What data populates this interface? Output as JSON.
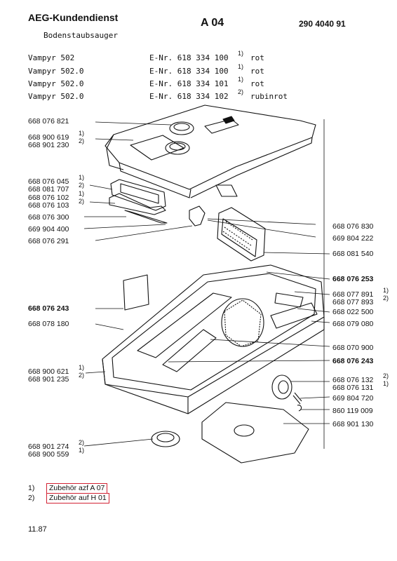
{
  "header": {
    "company": "AEG-Kundendienst",
    "section": "A 04",
    "doc_number": "290 4040 91",
    "subtitle": "Bodenstaubsauger"
  },
  "models": [
    {
      "name": "Vampyr 502",
      "enr": "E-Nr. 618 334 100",
      "note": "1)",
      "color": "rot"
    },
    {
      "name": "Vampyr 502.0",
      "enr": "E-Nr. 618 334 100",
      "note": "1)",
      "color": "rot"
    },
    {
      "name": "Vampyr 502.0",
      "enr": "E-Nr. 618 334 101",
      "note": "1)",
      "color": "rot"
    },
    {
      "name": "Vampyr 502.0",
      "enr": "E-Nr. 618 334 102",
      "note": "2)",
      "color": "rubinrot"
    }
  ],
  "left_parts": [
    {
      "number": "668 076 821",
      "note": ""
    },
    {
      "number": "668 900 619",
      "note": "1)"
    },
    {
      "number": "668 901 230",
      "note": "2)"
    },
    {
      "number": "668 076 045",
      "note": "1)"
    },
    {
      "number": "668 081 707",
      "note": "2)"
    },
    {
      "number": "668 076 102",
      "note": "1)"
    },
    {
      "number": "668 076 103",
      "note": "2)"
    },
    {
      "number": "668 076 300",
      "note": ""
    },
    {
      "number": "669 904 400",
      "note": ""
    },
    {
      "number": "668 076 291",
      "note": ""
    },
    {
      "number": "668 076 243",
      "note": ""
    },
    {
      "number": "668 078 180",
      "note": ""
    },
    {
      "number": "668 900 621",
      "note": "1)"
    },
    {
      "number": "668 901 235",
      "note": "2)"
    },
    {
      "number": "668 901 274",
      "note": "2)"
    },
    {
      "number": "668 900 559",
      "note": "1)"
    }
  ],
  "right_parts": [
    {
      "number": "668 076 830",
      "note": ""
    },
    {
      "number": "669 804 222",
      "note": ""
    },
    {
      "number": "668 081 540",
      "note": ""
    },
    {
      "number": "668 076 253",
      "note": ""
    },
    {
      "number": "668 077 891",
      "note": "1)"
    },
    {
      "number": "668 077 893",
      "note": "2)"
    },
    {
      "number": "668 022 500",
      "note": ""
    },
    {
      "number": "668 079 080",
      "note": ""
    },
    {
      "number": "668 070 900",
      "note": ""
    },
    {
      "number": "668 076 243",
      "note": ""
    },
    {
      "number": "668 076 132",
      "note": "2)"
    },
    {
      "number": "668 076 131",
      "note": "1)"
    },
    {
      "number": "669 804 720",
      "note": ""
    },
    {
      "number": "860 119 009",
      "note": ""
    },
    {
      "number": "668 901 130",
      "note": ""
    }
  ],
  "footnotes": [
    {
      "marker": "1)",
      "text": "Zubehör azf A 07"
    },
    {
      "marker": "2)",
      "text": "Zubehör auf H 01"
    }
  ],
  "date": "11.87",
  "colors": {
    "ink": "#111111",
    "footnote_box": "#d22233"
  }
}
